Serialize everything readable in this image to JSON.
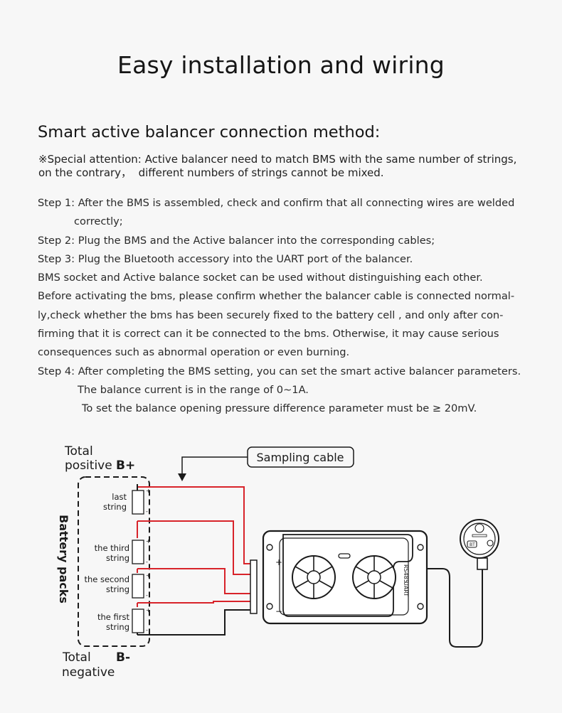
{
  "title": "Easy installation and wiring",
  "subtitle": "Smart active balancer connection method:",
  "attention": {
    "line1": "※Special attention: Active balancer need to match BMS with the same number of strings,",
    "line2": "on the contrary，  different numbers of strings cannot be mixed."
  },
  "steps": [
    "Step 1: After the BMS is assembled, check and confirm that all connecting wires are welded",
    "correctly;",
    "Step 2: Plug the BMS and the Active balancer into the corresponding cables;",
    "Step 3: Plug the Bluetooth accessory into the UART port of the balancer.",
    "BMS socket and Active balance socket can be used without distinguishing each other.",
    "Before activating the bms, please confirm whether the balancer cable is connected normal-",
    "ly,check whether the bms has been securely fixed to the battery cell , and only after con-",
    "firming that it is correct can it be connected to the bms. Otherwise, it may cause serious",
    "consequences such as abnormal operation or even burning.",
    "Step 4: After completing the BMS setting, you can set the smart active balancer parameters.",
    "The balance current is in the range of 0~1A.",
    "To set the balance opening pressure difference parameter must be ≥ 20mV."
  ],
  "diagram": {
    "total_positive_l1": "Total",
    "total_positive_l2": "positive",
    "b_plus": "B+",
    "total_negative_l1": "Total",
    "total_negative_l2": "negative",
    "b_minus": "B-",
    "battery_packs": "Battery packs",
    "sampling_cable": "Sampling cable",
    "cells": {
      "last_l1": "last",
      "last_l2": "string",
      "third_l1": "the third",
      "third_l2": "string",
      "second_l1": "the second",
      "second_l2": "string",
      "first_l1": "the first",
      "first_l2": "string"
    },
    "device_plus": "+",
    "device_minus": "−",
    "port_rs485": "RS485",
    "port_uart": "UART",
    "bt_label": "BT",
    "cell_plus": "+",
    "cell_minus": "-"
  },
  "colors": {
    "wire_red": "#d8232a",
    "wire_black": "#1a1a1a"
  }
}
